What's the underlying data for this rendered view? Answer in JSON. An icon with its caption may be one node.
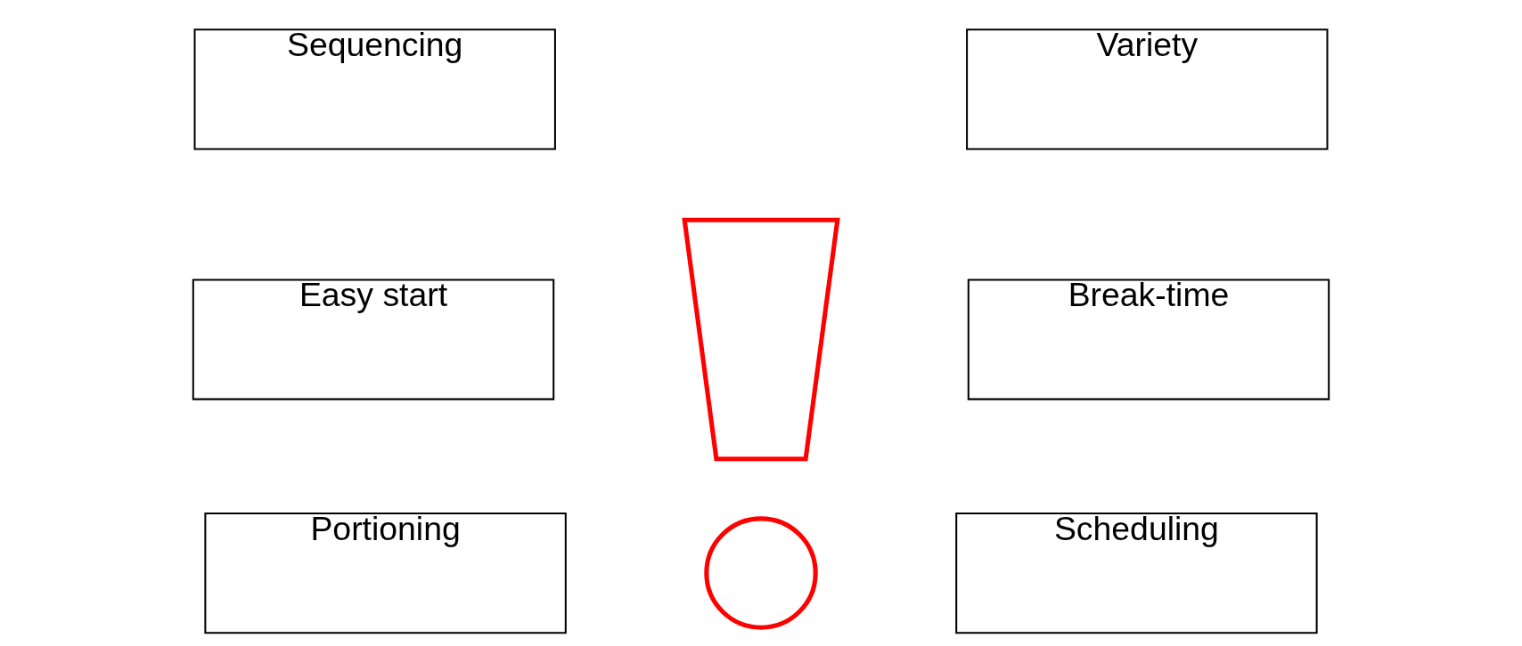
{
  "diagram": {
    "nodes": [
      {
        "text": [
          "Sequencing"
        ]
      },
      {
        "text": [
          "Variety"
        ]
      },
      {
        "text": [
          "Easy start"
        ]
      },
      {
        "text": [],
        "shape": "trapezoid"
      },
      {
        "text": [
          "Break-time"
        ]
      },
      {
        "text": [
          "Portioning"
        ]
      },
      {
        "text": [],
        "shape": "circle"
      },
      {
        "text": [
          "Scheduling"
        ]
      }
    ],
    "edges": []
  }
}
